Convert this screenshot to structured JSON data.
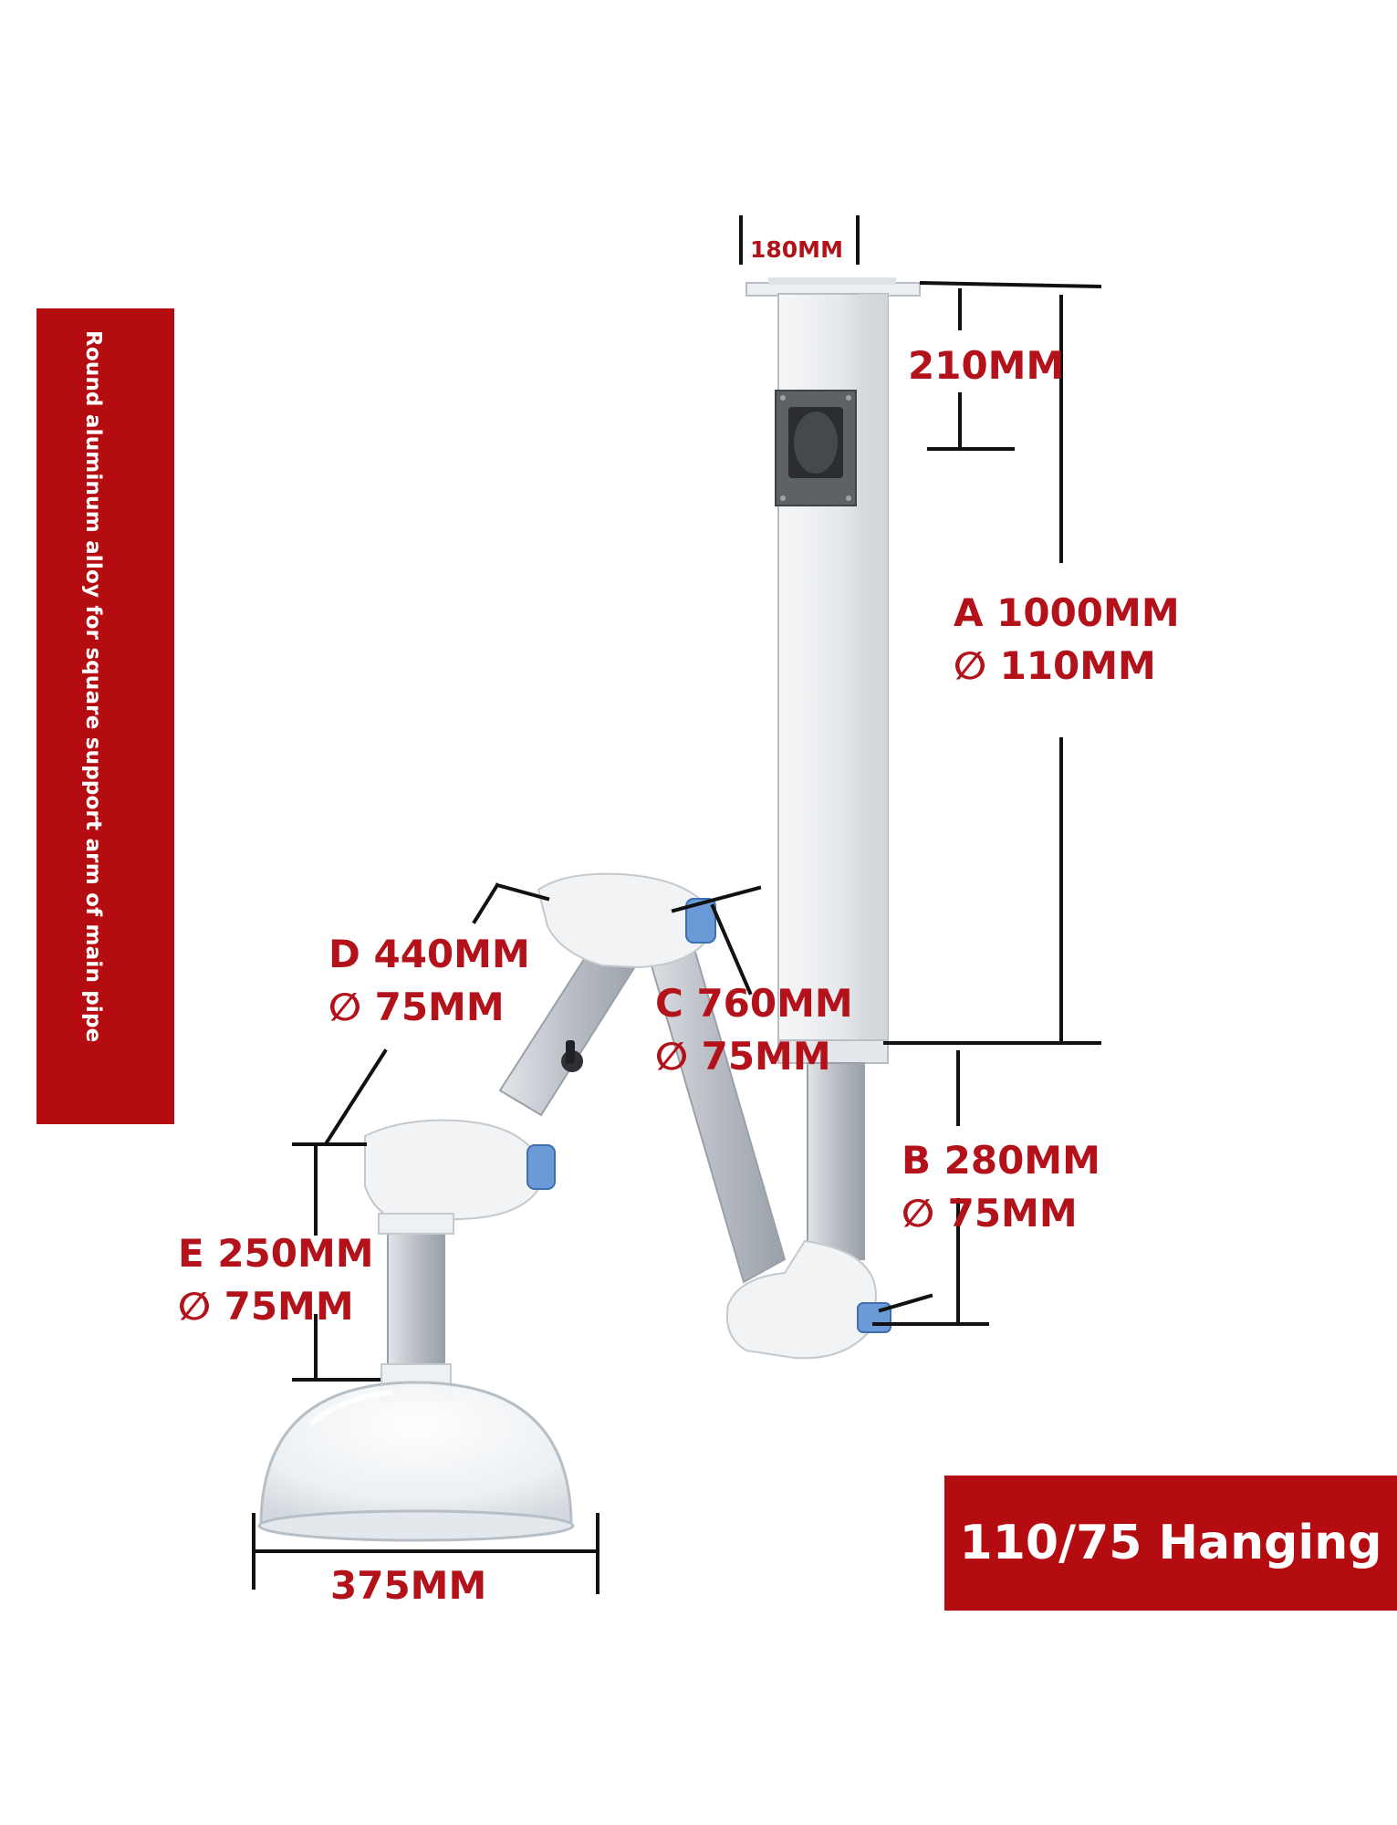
{
  "side_banner": {
    "text": "Round aluminum alloy for square support arm of main pipe",
    "background": "#b40c10"
  },
  "badge": {
    "text": "110/75 Hanging",
    "background": "#b40c10"
  },
  "dimensions": {
    "top_width": "180MM",
    "bracket_offset": "210MM",
    "a_length": "A 1000MM",
    "a_diameter": "∅ 110MM",
    "b_length": "B 280MM",
    "b_diameter": "∅ 75MM",
    "c_length": "C 760MM",
    "c_diameter": "∅ 75MM",
    "d_length": "D 440MM",
    "d_diameter": "∅ 75MM",
    "e_length": "E 250MM",
    "e_diameter": "∅ 75MM",
    "hood_width": "375MM"
  },
  "colors": {
    "label": "#b3121a",
    "pipe": "#e9ecef",
    "aluminum": "#c3c8ce",
    "accent_blue": "#6a9ad8"
  }
}
